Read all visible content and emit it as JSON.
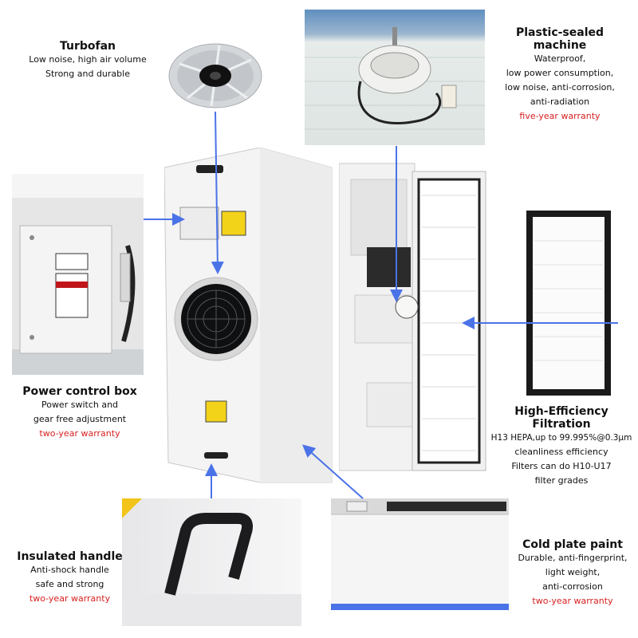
{
  "colors": {
    "warranty": "#d61f1f",
    "arrow": "#4a73e8"
  },
  "turbofan": {
    "title": "Turbofan",
    "line1": "Low noise, high air volume",
    "line2": "Strong and durable"
  },
  "machine": {
    "title": "Plastic-sealed machine",
    "lines": [
      "Waterproof,",
      "low power consumption,",
      "low noise, anti-corrosion,",
      "anti-radiation"
    ],
    "warranty": "five-year warranty"
  },
  "power_box": {
    "title": "Power control box",
    "line1": "Power switch and",
    "line2": "gear free adjustment",
    "warranty": "two-year warranty"
  },
  "filtration": {
    "title1": "High-Efficiency",
    "title2": "Filtration",
    "lines": [
      "H13 HEPA,up to 99.995%@0.3μm",
      "cleanliness efficiency",
      "Filters can do H10-U17",
      "filter grades"
    ]
  },
  "handle": {
    "title": "Insulated handle",
    "line1": "Anti-shock handle",
    "line2": "safe and strong",
    "warranty": "two-year warranty"
  },
  "paint": {
    "title": "Cold plate paint",
    "lines": [
      "Durable, anti-fingerprint,",
      "light weight,",
      "anti-corrosion"
    ],
    "warranty": "two-year warranty"
  }
}
